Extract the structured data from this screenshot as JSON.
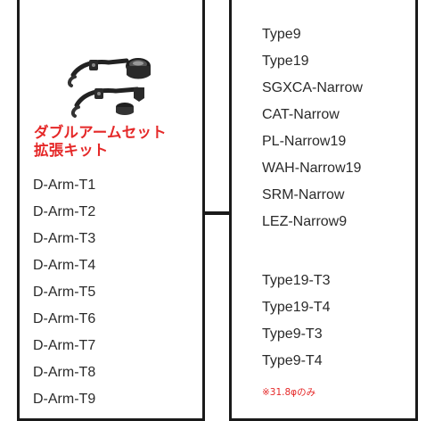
{
  "product": {
    "image_icon": "bicycle-dual-arm-mount-icon",
    "title_line1": "ダブルアームセット",
    "title_line2": "拡張キット"
  },
  "left_list": {
    "items": [
      "D-Arm-T1",
      "D-Arm-T2",
      "D-Arm-T3",
      "D-Arm-T4",
      "D-Arm-T5",
      "D-Arm-T6",
      "D-Arm-T7",
      "D-Arm-T8",
      "D-Arm-T9"
    ]
  },
  "right_list": {
    "group1": [
      "Type9",
      "Type19",
      "SGXCA-Narrow",
      "CAT-Narrow",
      "PL-Narrow19",
      "WAH-Narrow19",
      "SRM-Narrow",
      "LEZ-Narrow9"
    ],
    "group2": [
      "Type19-T3",
      "Type19-T4",
      "Type9-T3",
      "Type9-T4"
    ],
    "footnote": "※31.8φのみ"
  },
  "colors": {
    "accent": "#e52828",
    "border": "#1a1a1a",
    "text": "#2a2a2a"
  }
}
